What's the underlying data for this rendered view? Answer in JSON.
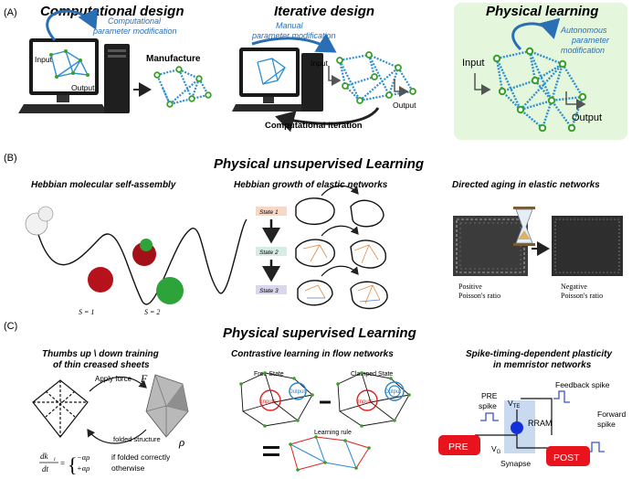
{
  "panel_a": {
    "tag": "(A)",
    "computational": {
      "title": "Computational design",
      "mod_line1": "Computational",
      "mod_line2": "parameter modification",
      "input": "Input",
      "output": "Output",
      "manufacture": "Manufacture"
    },
    "iterative": {
      "title": "Iterative design",
      "mod_line1": "Manual",
      "mod_line2": "parameter modification",
      "input": "Input",
      "output": "Output",
      "iteration": "Computational iteration"
    },
    "physical": {
      "title": "Physical learning",
      "mod_line1": "Autonomous",
      "mod_line2": "parameter",
      "mod_line3": "modification",
      "input": "Input",
      "output": "Output"
    }
  },
  "panel_b": {
    "tag": "(B)",
    "title": "Physical unsupervised Learning",
    "hebbian_assembly": {
      "title": "Hebbian molecular self-assembly",
      "s1": "S = 1",
      "s2": "S = 2"
    },
    "hebbian_growth": {
      "title": "Hebbian growth of elastic networks",
      "state1": "State 1",
      "state2": "State 2",
      "state3": "State 3"
    },
    "directed_aging": {
      "title": "Directed aging in elastic networks",
      "pos_line1": "Positive",
      "pos_line2": "Poisson's ratio",
      "neg_line1": "Negative",
      "neg_line2": "Poisson's ratio"
    }
  },
  "panel_c": {
    "tag": "(C)",
    "title": "Physical supervised Learning",
    "thumbs": {
      "title_line1": "Thumbs up \\ down training",
      "title_line2": "of thin creased sheets",
      "apply_force": "Apply force",
      "force_symbol": "F",
      "folded": "folded structure",
      "rho": "ρ",
      "eq_lhs": "dk",
      "eq_sub": "i",
      "eq_den": "dt",
      "eq_top": "−αρ",
      "eq_bot": "+αρ",
      "cond_top": "if folded correctly",
      "cond_bot": "otherwise"
    },
    "contrastive": {
      "title": "Contrastive learning in flow networks",
      "free": "Free State",
      "clamped": "Clamped State",
      "inputs": "Inputs",
      "output": "Output",
      "rule": "Learning rule"
    },
    "stdp": {
      "title_line1": "Spike-timing-dependent plasticity",
      "title_line2": "in memristor networks",
      "feedback": "Feedback spike",
      "pre_spike_1": "PRE",
      "pre_spike_2": "spike",
      "vte": "V",
      "vte_sub": "TE",
      "rram": "RRAM",
      "forward_1": "Forward",
      "forward_2": "spike",
      "pre": "PRE",
      "vg": "V",
      "vg_sub": "G",
      "post": "POST",
      "synapse": "Synapse"
    }
  },
  "colors": {
    "accent_blue": "#2a6fb6",
    "spring_blue": "#2f8fd0",
    "node_green": "#3aa02a",
    "learning_bg": "#e4f6dc",
    "spike_red": "#e8131c",
    "rram_blue": "#1330d8",
    "synapse_bg": "#c9daf0"
  }
}
